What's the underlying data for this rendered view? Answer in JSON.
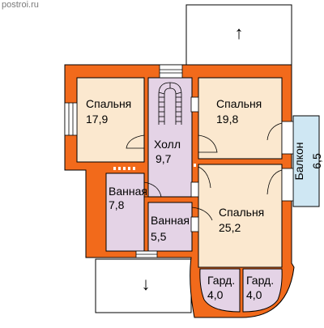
{
  "watermark": "postroi.ru",
  "colors": {
    "walls": "#f26a1b",
    "living": "#fbe8cf",
    "wet": "#e4d3e6",
    "balcony": "#cfe7f3",
    "outline": "#000000",
    "window": "#ffffff"
  },
  "rooms": [
    {
      "id": "bedroom-1",
      "name": "Спальня",
      "area": "17,9"
    },
    {
      "id": "bedroom-2",
      "name": "Спальня",
      "area": "19,8"
    },
    {
      "id": "hall",
      "name": "Холл",
      "area": "9,7"
    },
    {
      "id": "bathroom-1",
      "name": "Ванная",
      "area": "7,8"
    },
    {
      "id": "bathroom-2",
      "name": "Ванная",
      "area": "5,5"
    },
    {
      "id": "bedroom-3",
      "name": "Спальня",
      "area": "25,2"
    },
    {
      "id": "wardrobe-1",
      "name": "Гард.",
      "area": "4,0"
    },
    {
      "id": "wardrobe-2",
      "name": "Гард.",
      "area": "4,0"
    },
    {
      "id": "balcony",
      "name": "Балкон",
      "area": "6,5"
    }
  ],
  "arrows": {
    "top_arrow": "↑",
    "bottom_arrow": "↓"
  }
}
